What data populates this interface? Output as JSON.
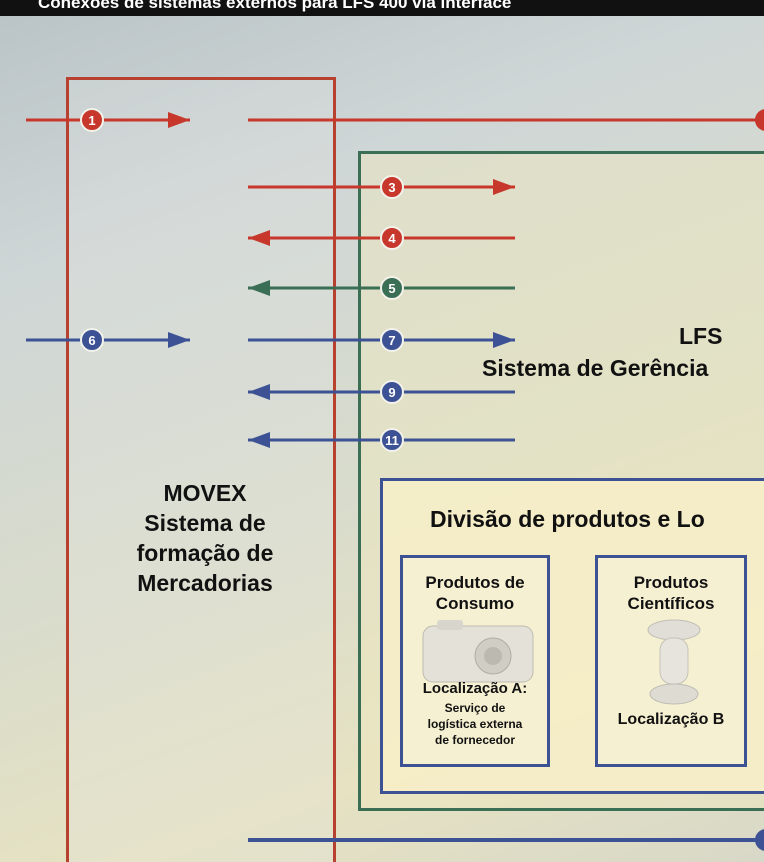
{
  "title": "Conexões de sistemas externos para LFS 400 via interface",
  "movex": {
    "line1": "MOVEX",
    "line2": "Sistema de",
    "line3": "formação de",
    "line4": "Mercadorias"
  },
  "lfs": {
    "line1": "LFS",
    "line2": "Sistema de Gerência"
  },
  "division": {
    "title": "Divisão de produtos e Lo"
  },
  "cards": [
    {
      "title1": "Produtos de",
      "title2": "Consumo",
      "location": "Localização A:",
      "sub1": "Serviço de",
      "sub2": "logística externa",
      "sub3": "de fornecedor"
    },
    {
      "title1": "Produtos",
      "title2": "Científicos",
      "location": "Localização B"
    }
  ],
  "arrows": [
    {
      "label": "1",
      "color": "#c8372b",
      "dir": "right"
    },
    {
      "label": "3",
      "color": "#c8372b",
      "dir": "right"
    },
    {
      "label": "4",
      "color": "#c8372b",
      "dir": "left"
    },
    {
      "label": "5",
      "color": "#3a6e55",
      "dir": "left"
    },
    {
      "label": "6",
      "color": "#3c5294",
      "dir": "right"
    },
    {
      "label": "7",
      "color": "#3c5294",
      "dir": "right"
    },
    {
      "label": "9",
      "color": "#3c5294",
      "dir": "left"
    },
    {
      "label": "11",
      "color": "#3c5294",
      "dir": "left"
    }
  ],
  "colors": {
    "red": "#c8372b",
    "green": "#3a6e55",
    "blue": "#3c5294"
  }
}
